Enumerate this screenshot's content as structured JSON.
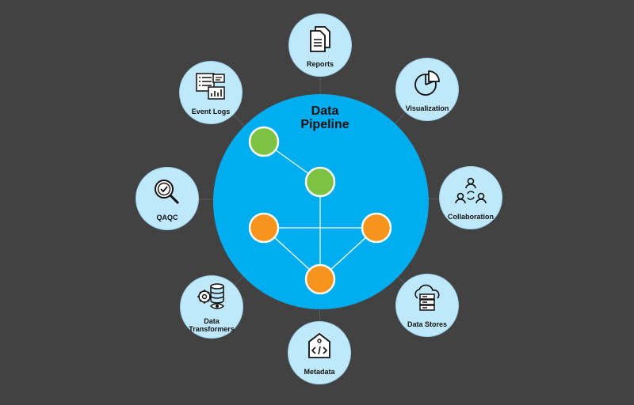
{
  "hub": {
    "title_line1": "Data",
    "title_line2": "Pipeline"
  },
  "colors": {
    "background": "#424242",
    "hub": "#00adef",
    "satellite": "#bfe8fb",
    "green_node": "#7dc242",
    "orange_node": "#f7941d",
    "edge": "#ffffff"
  },
  "satellites": [
    {
      "id": "reports",
      "label_line1": "Reports",
      "label_line2": "",
      "icon": "documents-icon"
    },
    {
      "id": "visualization",
      "label_line1": "Visualization",
      "label_line2": "",
      "icon": "pie-chart-icon"
    },
    {
      "id": "collaboration",
      "label_line1": "Collaboration",
      "label_line2": "",
      "icon": "people-network-icon"
    },
    {
      "id": "data-stores",
      "label_line1": "Data Stores",
      "label_line2": "",
      "icon": "cloud-server-icon"
    },
    {
      "id": "metadata",
      "label_line1": "Metadata",
      "label_line2": "",
      "icon": "code-tag-icon"
    },
    {
      "id": "data-transformers",
      "label_line1": "Data",
      "label_line2": "Transformers",
      "icon": "database-gear-icon"
    },
    {
      "id": "qaqc",
      "label_line1": "QAQC",
      "label_line2": "",
      "icon": "magnifier-check-icon"
    },
    {
      "id": "event-logs",
      "label_line1": "Event Logs",
      "label_line2": "",
      "icon": "log-list-icon"
    }
  ],
  "pipeline_nodes": [
    {
      "id": "g1",
      "kind": "green"
    },
    {
      "id": "g2",
      "kind": "green"
    },
    {
      "id": "o1",
      "kind": "orange"
    },
    {
      "id": "o2",
      "kind": "orange"
    },
    {
      "id": "o3",
      "kind": "orange"
    }
  ],
  "pipeline_edges": [
    [
      "g1",
      "g2"
    ],
    [
      "g2",
      "o3"
    ],
    [
      "o1",
      "o2"
    ],
    [
      "o1",
      "o3"
    ],
    [
      "o2",
      "o3"
    ]
  ]
}
